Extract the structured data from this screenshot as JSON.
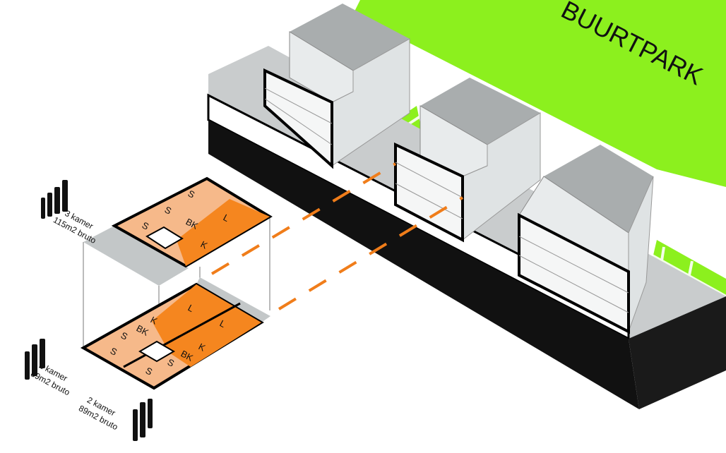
{
  "park_label": "BUURTPARK",
  "units": [
    {
      "rooms": "3 kamer",
      "area": "115m2 bruto"
    },
    {
      "rooms": "2 kamer",
      "area": "89m2 bruto"
    },
    {
      "rooms": "2 kamer",
      "area": "89m2 bruto"
    }
  ],
  "upper_plan_rooms": [
    "S",
    "S",
    "S",
    "BK",
    "L",
    "K"
  ],
  "lower_plan_rooms": [
    "S",
    "BK",
    "K",
    "L",
    "L",
    "K",
    "BK",
    "S",
    "S",
    "S"
  ],
  "colors": {
    "park": "#8cf01e",
    "room_light": "#f6b98a",
    "room_dark": "#f5861f",
    "slab": "#c3c7c8",
    "dash": "#f07d1a"
  }
}
